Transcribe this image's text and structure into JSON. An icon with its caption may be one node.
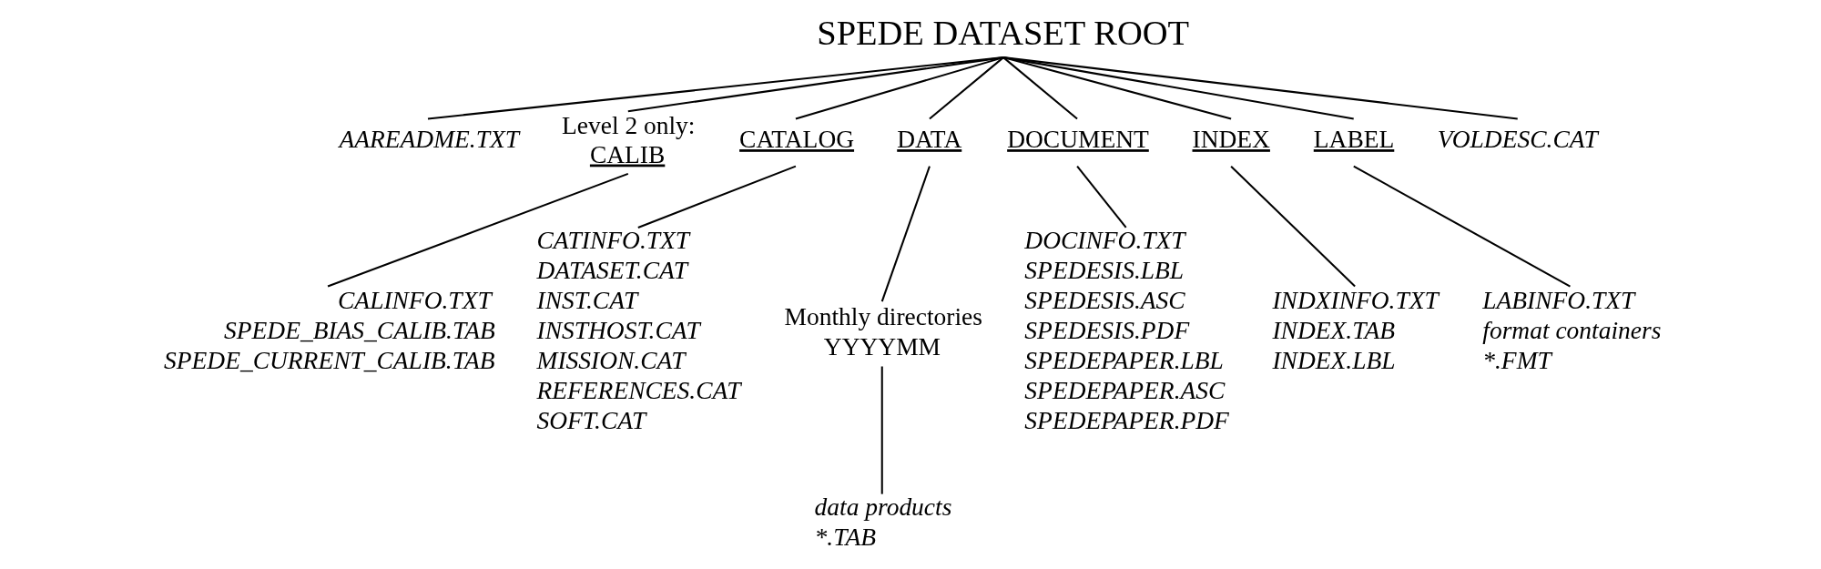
{
  "diagram": {
    "nodes": [
      {
        "text": [
          "SPEDE DATASET ROOT"
        ]
      },
      {
        "text": [
          "AAREADME.TXT"
        ]
      },
      {
        "text": [
          "Level 2 only:",
          "CALIB"
        ]
      },
      {
        "text": [
          "CATALOG"
        ]
      },
      {
        "text": [
          "DATA"
        ]
      },
      {
        "text": [
          "DOCUMENT"
        ]
      },
      {
        "text": [
          "INDEX"
        ]
      },
      {
        "text": [
          "LABEL"
        ]
      },
      {
        "text": [
          "VOLDESC.CAT"
        ]
      },
      {
        "text": [
          "CALINFO.TXT",
          "SPEDE_BIAS_CALIB.TAB",
          "SPEDE_CURRENT_CALIB.TAB"
        ]
      },
      {
        "text": [
          "CATINFO.TXT",
          "DATASET.CAT",
          "INST.CAT",
          "INSTHOST.CAT",
          "MISSION.CAT",
          "REFERENCES.CAT",
          "SOFT.CAT"
        ]
      },
      {
        "text": [
          "Monthly directories",
          "YYYYMM"
        ]
      },
      {
        "text": [
          "data products",
          "*.TAB"
        ]
      },
      {
        "text": [
          "DOCINFO.TXT",
          "SPEDESIS.LBL",
          "SPEDESIS.ASC",
          "SPEDESIS.PDF",
          "SPEDEPAPER.LBL",
          "SPEDEPAPER.ASC",
          "SPEDEPAPER.PDF"
        ]
      },
      {
        "text": [
          "INDXINFO.TXT",
          "INDEX.TAB",
          "INDEX.LBL"
        ]
      },
      {
        "text": [
          "LABINFO.TXT",
          "format containers",
          "*.FMT"
        ]
      }
    ],
    "edges": [
      {
        "from": 0,
        "to": 1,
        "arrow": "none"
      },
      {
        "from": 0,
        "to": 2,
        "arrow": "none"
      },
      {
        "from": 0,
        "to": 3,
        "arrow": "none"
      },
      {
        "from": 0,
        "to": 4,
        "arrow": "none"
      },
      {
        "from": 0,
        "to": 5,
        "arrow": "none"
      },
      {
        "from": 0,
        "to": 6,
        "arrow": "none"
      },
      {
        "from": 0,
        "to": 7,
        "arrow": "none"
      },
      {
        "from": 0,
        "to": 8,
        "arrow": "none"
      },
      {
        "from": 2,
        "to": 9,
        "arrow": "none"
      },
      {
        "from": 3,
        "to": 10,
        "arrow": "none"
      },
      {
        "from": 4,
        "to": 11,
        "arrow": "none"
      },
      {
        "from": 11,
        "to": 12,
        "arrow": "none"
      },
      {
        "from": 5,
        "to": 13,
        "arrow": "none"
      },
      {
        "from": 6,
        "to": 14,
        "arrow": "none"
      },
      {
        "from": 7,
        "to": 15,
        "arrow": "none"
      }
    ]
  }
}
